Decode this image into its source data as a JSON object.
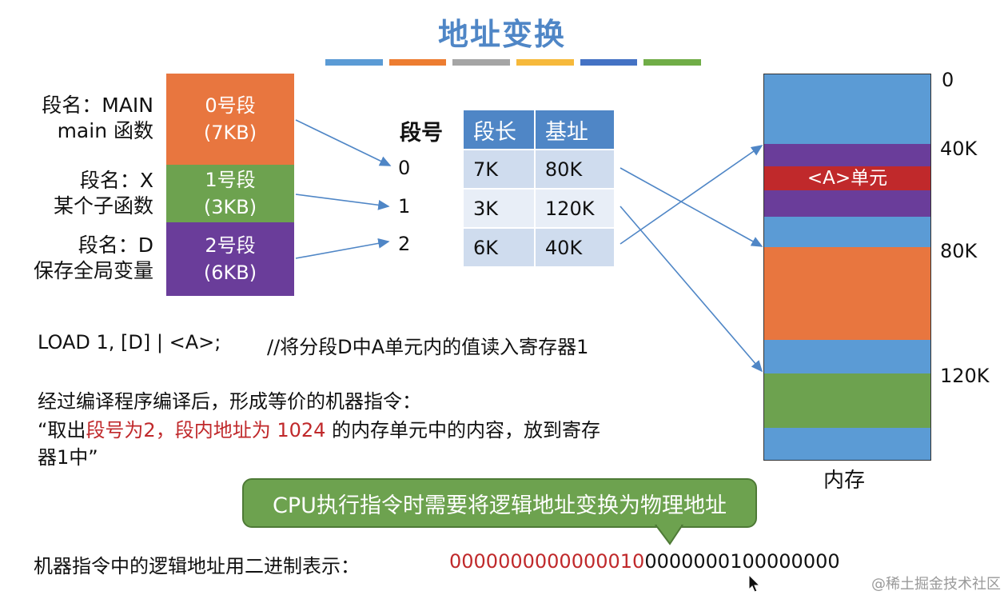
{
  "title": "地址变换",
  "stripe_colors": [
    "#5b9bd5",
    "#ed7d31",
    "#a5a5a5",
    "#f6b93b",
    "#4472c4",
    "#70ad47"
  ],
  "segments": [
    {
      "label_line1": "段名：MAIN",
      "label_line2": "main 函数",
      "block_line1": "0号段",
      "block_line2": "(7KB)",
      "color": "#e8763f"
    },
    {
      "label_line1": "段名：X",
      "label_line2": "某个子函数",
      "block_line1": "1号段",
      "block_line2": "(3KB)",
      "color": "#6da24f"
    },
    {
      "label_line1": "段名：D",
      "label_line2": "保存全局变量",
      "block_line1": "2号段",
      "block_line2": "(6KB)",
      "color": "#6a3d9a"
    }
  ],
  "seg_number_header": "段号",
  "seg_numbers": [
    "0",
    "1",
    "2"
  ],
  "table": {
    "headers": [
      "段长",
      "基址"
    ],
    "rows": [
      [
        "7K",
        "80K"
      ],
      [
        "3K",
        "120K"
      ],
      [
        "6K",
        "40K"
      ]
    ]
  },
  "memory": {
    "cell_label": "<A>单元",
    "addresses": [
      "0",
      "40K",
      "80K",
      "120K"
    ],
    "caption": "内存",
    "colors": {
      "blue": "#5b9bd5",
      "purple": "#6a3d9a",
      "red": "#c0292b",
      "orange": "#e8763f",
      "green": "#6da24f"
    }
  },
  "instruction": {
    "code": "LOAD 1, [D] | <A>;",
    "comment": "//将分段D中A单元内的值读入寄存器1"
  },
  "explain": {
    "line1": "经过编译程序编译后，形成等价的机器指令：",
    "quote_open": "“取出",
    "red_part1": "段号为2，段内地址为 1024",
    "after": " 的内存单元中的内容，放到寄存",
    "line3": "器1中”"
  },
  "callout": "CPU执行指令时需要将逻辑地址变换为物理地址",
  "binary": {
    "label": "机器指令中的逻辑地址用二进制表示：",
    "red_bits": "0000000000000010",
    "black_bits": "0000000100000000"
  },
  "watermark": "@稀土掘金技术社区",
  "accent_red": "#c0292b"
}
